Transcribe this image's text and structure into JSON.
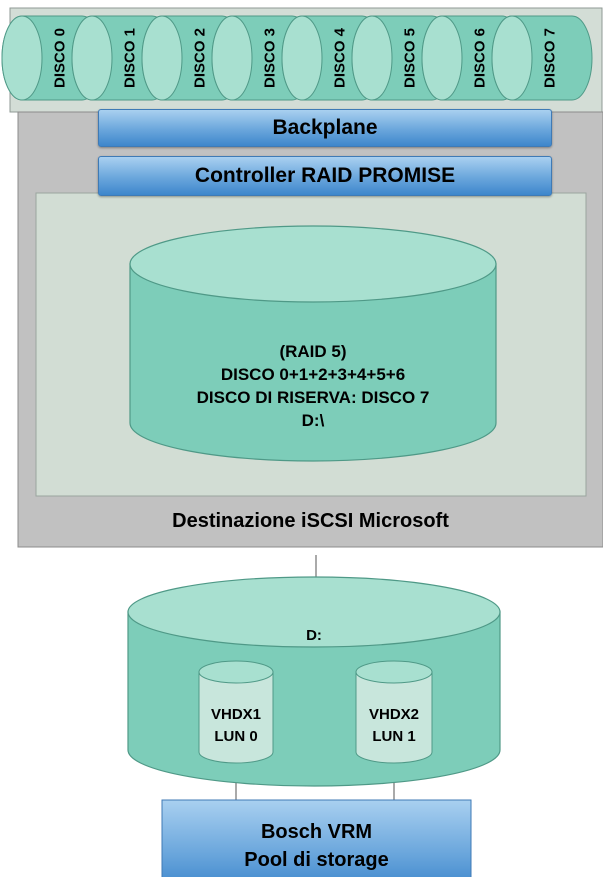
{
  "disks": [
    "DISCO 0",
    "DISCO 1",
    "DISCO 2",
    "DISCO 3",
    "DISCO 4",
    "DISCO 5",
    "DISCO 6",
    "DISCO 7"
  ],
  "backplane": "Backplane",
  "controller": "Controller RAID PROMISE",
  "raid_volume": {
    "lines": [
      "(RAID 5)",
      "DISCO 0+1+2+3+4+5+6",
      "DISCO DI RISERVA: DISCO 7",
      "D:\\"
    ]
  },
  "iscsi_target": "Destinazione iSCSI Microsoft",
  "drive_d": "D:",
  "vhdx": [
    {
      "name": "VHDX1",
      "lun": "LUN 0"
    },
    {
      "name": "VHDX2",
      "lun": "LUN 1"
    }
  ],
  "storage_pool": [
    "Bosch VRM",
    "Pool di storage"
  ],
  "colors": {
    "disk_fill": "#7dcdb9",
    "disk_top": "#a8e0d0",
    "panel_gray": "#c0c0c0",
    "inner_panel": "#d0ddd3",
    "bar_blue": "#6aa6dc"
  }
}
